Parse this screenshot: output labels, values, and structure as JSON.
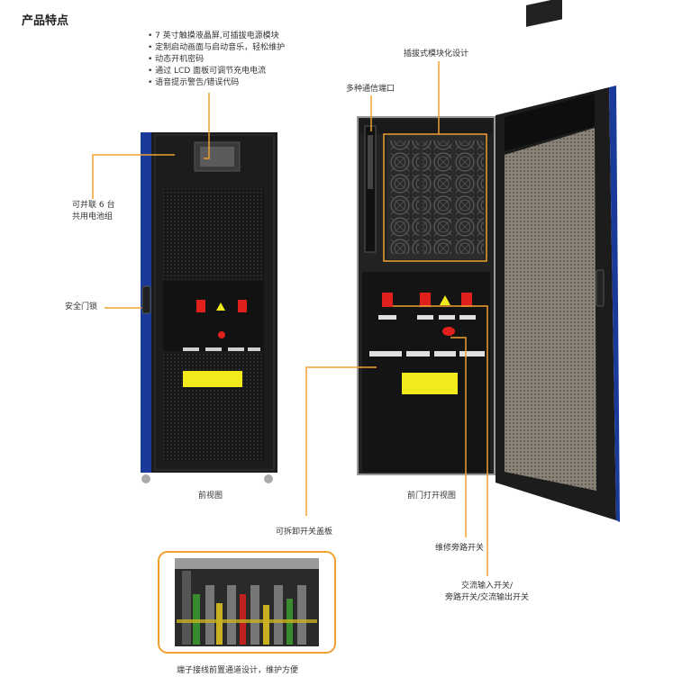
{
  "title": "产品特点",
  "features": [
    "• 7 英寸触摸液晶屏,可插拔电源模块",
    "• 定制启动画面与启动音乐，轻松维护",
    "• 动态开机密码",
    "• 通过 LCD 面板可调节充电电流",
    "• 语音提示警告/错误代码"
  ],
  "labels": {
    "parallel": [
      "可并联 6 台",
      "共用电池组"
    ],
    "door_lock": "安全门锁",
    "front_view": "前视图",
    "modular": "插拔式模块化设计",
    "comm_port": "多种通信端口",
    "front_open_view": "前门打开视图",
    "switch_cover": "可拆卸开关盖板",
    "bypass_switch": "维修旁路开关",
    "ac_switches": [
      "交流输入开关/",
      "旁路开关/交流输出开关"
    ],
    "terminal": "端子接线前置通道设计，维护方便"
  },
  "colors": {
    "accent": "#f0a030",
    "cabinet_blue": "#1a3a9a",
    "cabinet_dark": "#1c1c1c",
    "warning_yellow": "#f2ea1a",
    "switch_red": "#e0201c"
  }
}
